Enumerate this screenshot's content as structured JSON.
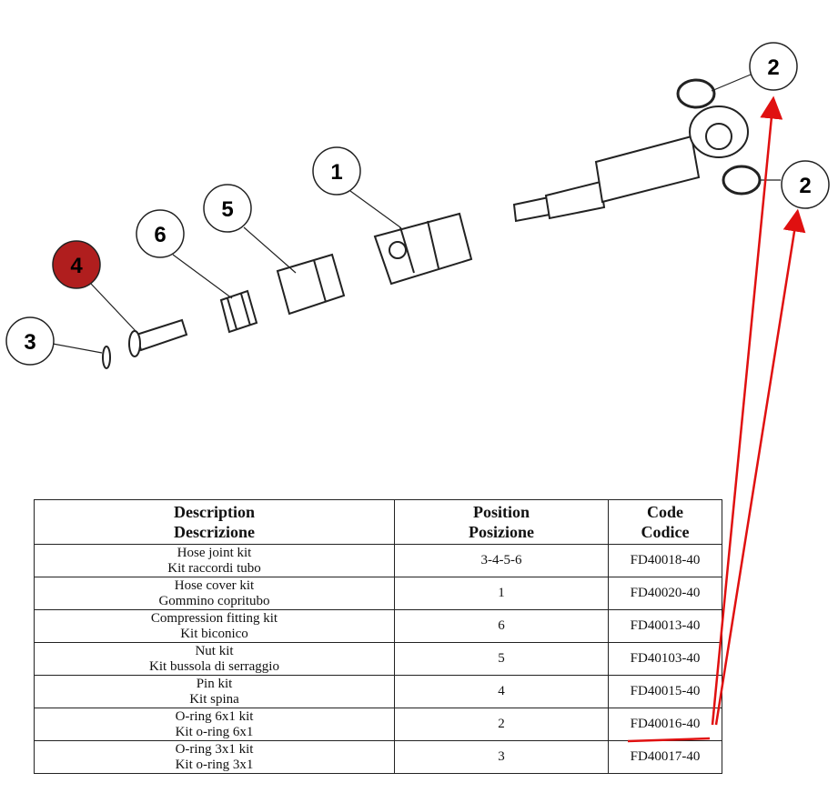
{
  "callouts": [
    {
      "label": "1",
      "highlighted": false
    },
    {
      "label": "5",
      "highlighted": false
    },
    {
      "label": "6",
      "highlighted": false
    },
    {
      "label": "4",
      "highlighted": true
    },
    {
      "label": "3",
      "highlighted": false
    },
    {
      "label": "2",
      "highlighted": false
    },
    {
      "label": "2",
      "highlighted": false
    }
  ],
  "colors": {
    "highlight": "#b01e1e",
    "annotation": "#e01010"
  },
  "table": {
    "headers": [
      {
        "en": "Description",
        "it": "Descrizione"
      },
      {
        "en": "Position",
        "it": "Posizione"
      },
      {
        "en": "Code",
        "it": "Codice"
      }
    ],
    "rows": [
      {
        "en": "Hose joint kit",
        "it": "Kit raccordi tubo",
        "position": "3-4-5-6",
        "code": "FD40018-40"
      },
      {
        "en": "Hose cover kit",
        "it": "Gommino copritubo",
        "position": "1",
        "code": "FD40020-40"
      },
      {
        "en": "Compression fitting kit",
        "it": "Kit biconico",
        "position": "6",
        "code": "FD40013-40"
      },
      {
        "en": "Nut kit",
        "it": "Kit bussola di serraggio",
        "position": "5",
        "code": "FD40103-40"
      },
      {
        "en": "Pin kit",
        "it": "Kit spina",
        "position": "4",
        "code": "FD40015-40"
      },
      {
        "en": "O-ring 6x1 kit",
        "it": "Kit o-ring 6x1",
        "position": "2",
        "code": "FD40016-40"
      },
      {
        "en": "O-ring 3x1 kit",
        "it": "Kit o-ring 3x1",
        "position": "3",
        "code": "FD40017-40"
      }
    ]
  }
}
